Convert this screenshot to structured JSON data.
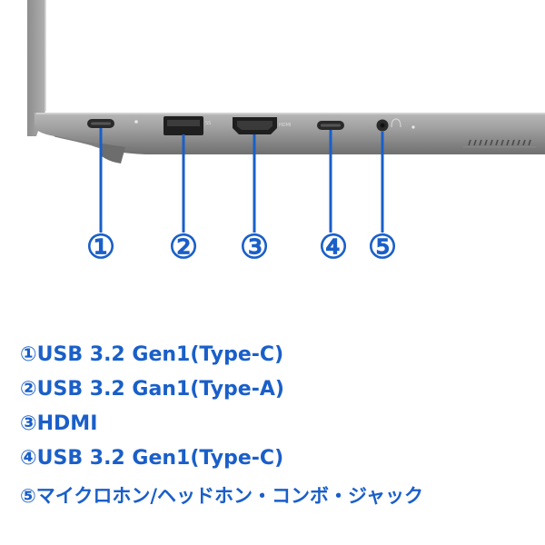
{
  "callouts": [
    "①",
    "②",
    "③",
    "④",
    "⑤"
  ],
  "ports": [
    "①USB 3.2 Gen1(Type-C)",
    "②USB 3.2 Gan1(Type-A)",
    "③HDMI",
    "④USB 3.2 Gen1(Type-C)",
    "⑤マイクロホン/ヘッドホン・コンボ・ジャック"
  ],
  "colors": {
    "accent": "#1a5fc9",
    "chassis": "#9a9a9a"
  }
}
